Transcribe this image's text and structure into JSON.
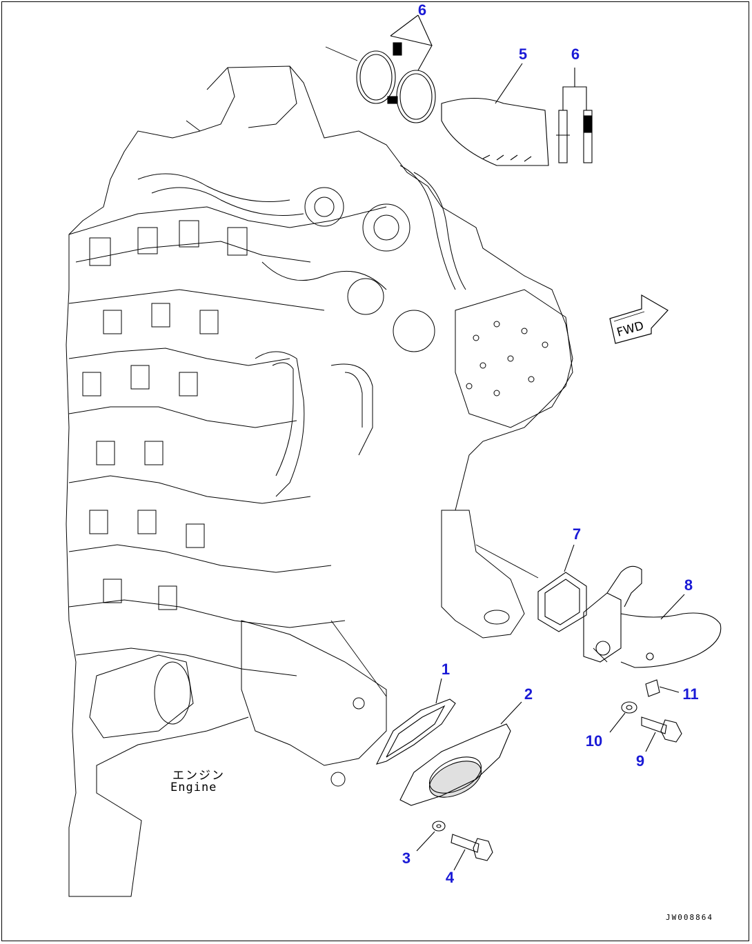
{
  "callouts": [
    {
      "id": "c6a",
      "text": "6"
    },
    {
      "id": "c5",
      "text": "5"
    },
    {
      "id": "c6b",
      "text": "6"
    },
    {
      "id": "c7",
      "text": "7"
    },
    {
      "id": "c8",
      "text": "8"
    },
    {
      "id": "c1",
      "text": "1"
    },
    {
      "id": "c2",
      "text": "2"
    },
    {
      "id": "c11",
      "text": "11"
    },
    {
      "id": "c10",
      "text": "10"
    },
    {
      "id": "c9",
      "text": "9"
    },
    {
      "id": "c3",
      "text": "3"
    },
    {
      "id": "c4",
      "text": "4"
    }
  ],
  "engine_label": {
    "jp": "エンジン",
    "en": "Engine"
  },
  "fwd_marker": "FWD",
  "drawing_id": "JW008864",
  "colors": {
    "callout": "#1a1ad6",
    "line": "#000000",
    "background": "#ffffff"
  }
}
